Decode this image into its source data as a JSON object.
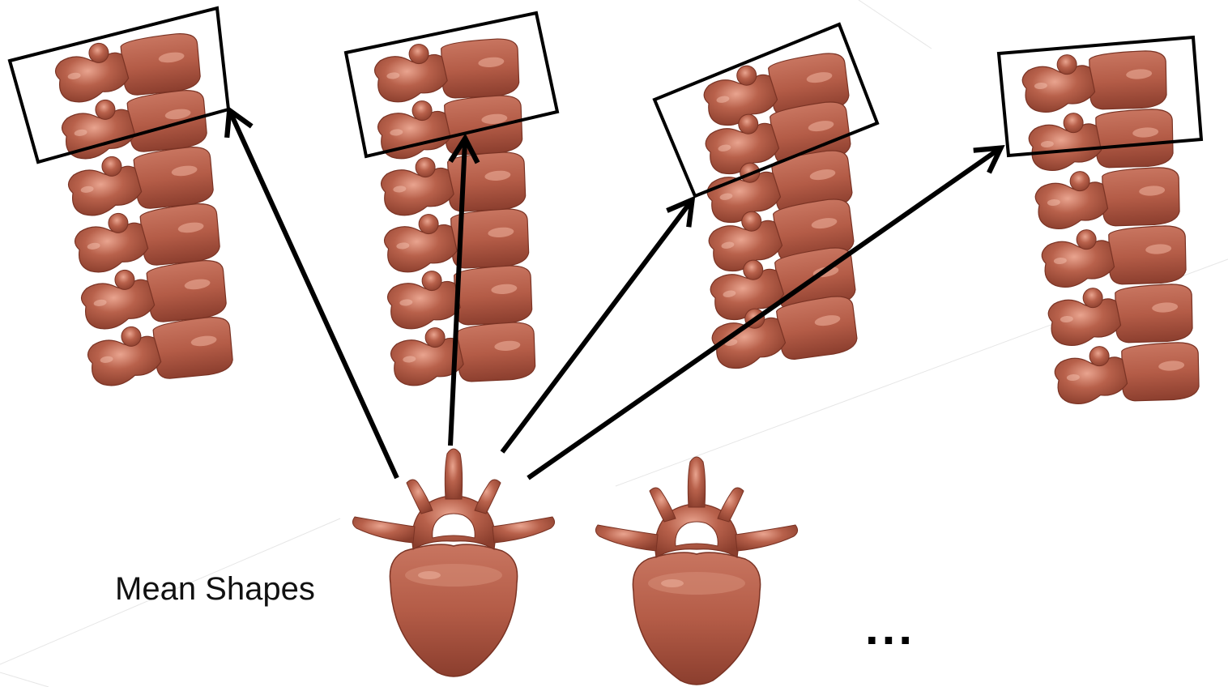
{
  "figure": {
    "label": "Mean Shapes",
    "ellipsis": "...",
    "bone_color": "#b4604a",
    "bone_highlight": "#e6a08c",
    "bone_shadow": "#7a3324",
    "arrow_color": "#000000",
    "box_color": "#000000"
  },
  "spines": [
    {
      "name": "spine-1",
      "vertebra_count": 6,
      "highlighted_vertebra": "top"
    },
    {
      "name": "spine-2",
      "vertebra_count": 6,
      "highlighted_vertebra": "top"
    },
    {
      "name": "spine-3",
      "vertebra_count": 6,
      "highlighted_vertebra": "top"
    },
    {
      "name": "spine-4",
      "vertebra_count": 6,
      "highlighted_vertebra": "top"
    }
  ],
  "mean_shapes": [
    {
      "name": "mean-shape-1",
      "view": "superior"
    },
    {
      "name": "mean-shape-2",
      "view": "superior"
    }
  ]
}
